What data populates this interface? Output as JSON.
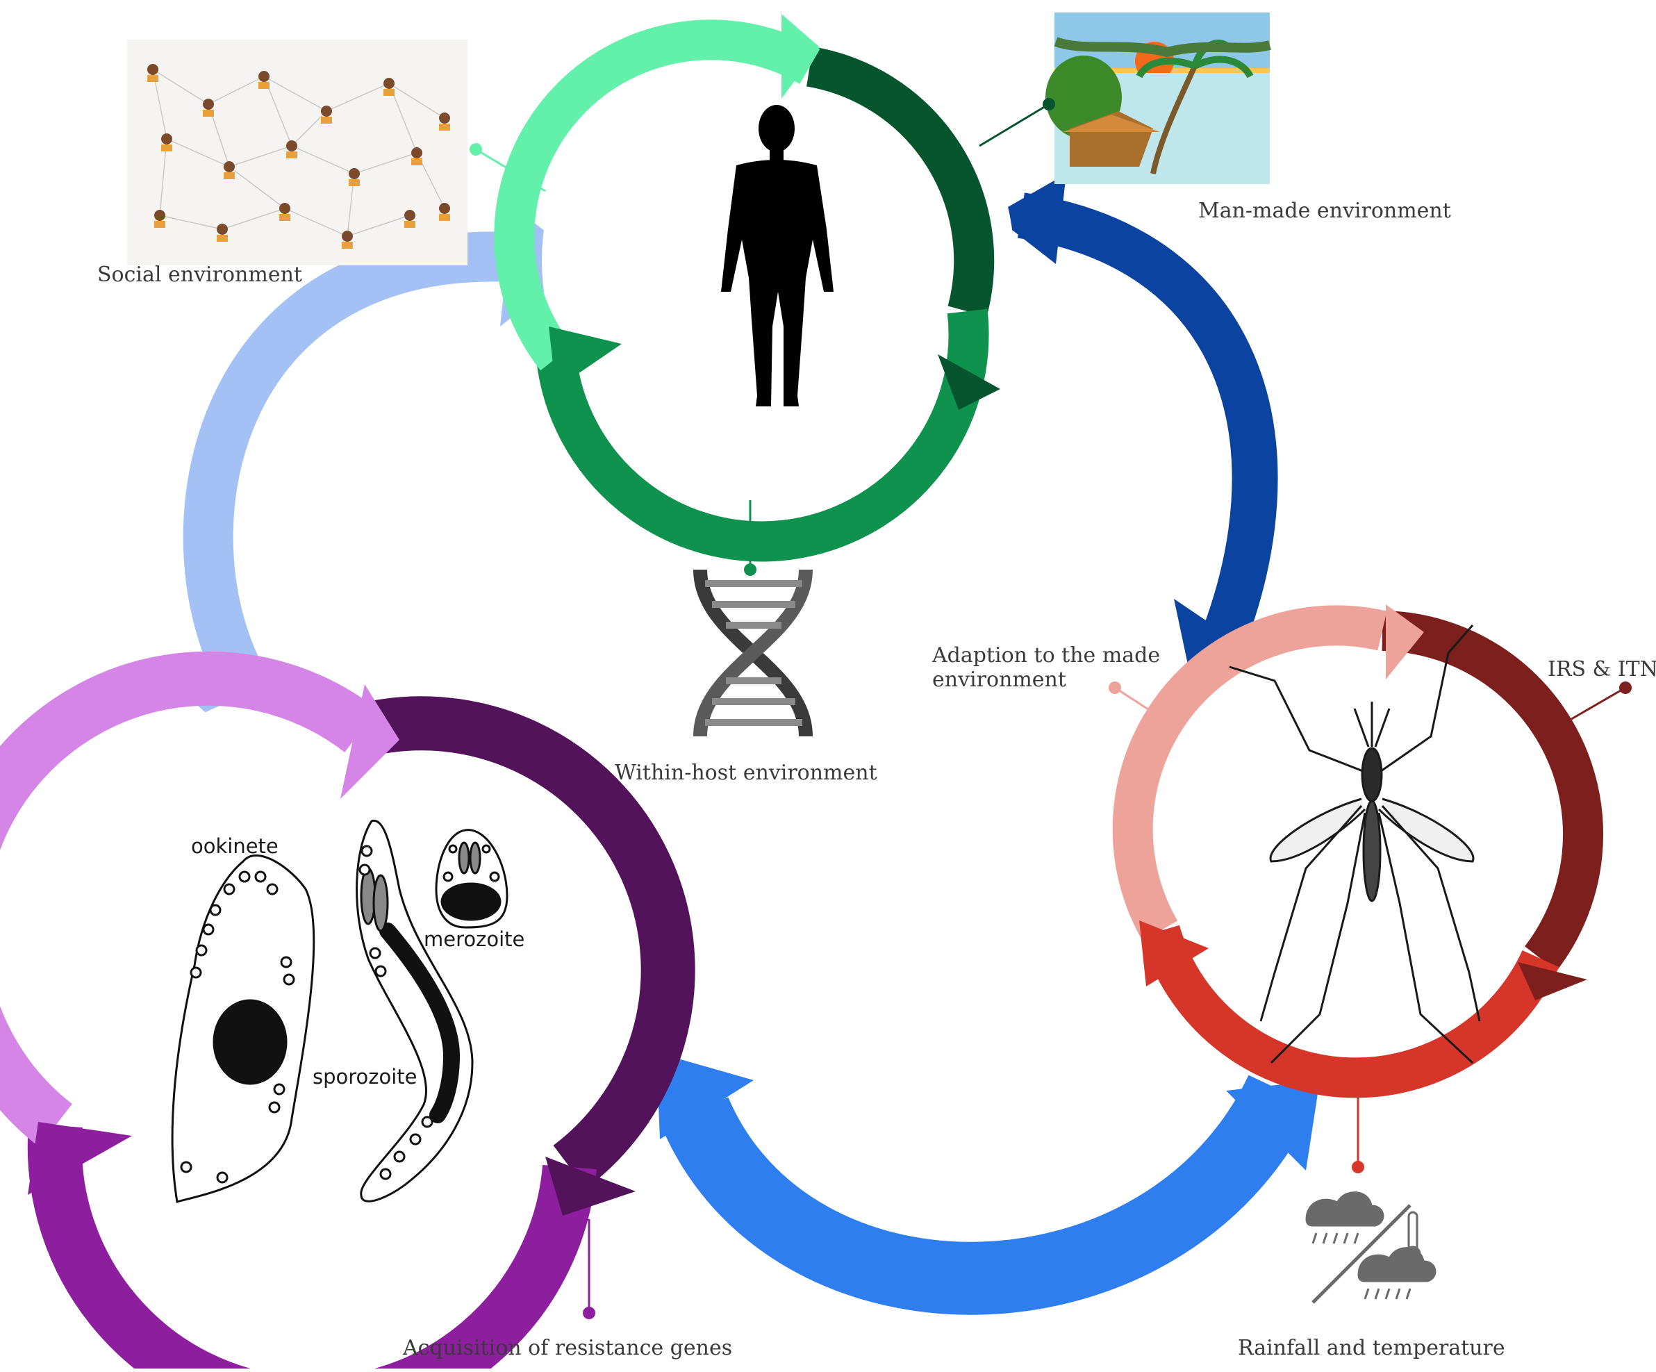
{
  "labels": {
    "social": "Social  environment",
    "man_made": "Man-made environment",
    "within_host": "Within-host environment",
    "adaption_line1": "Adaption to the made",
    "adaption_line2": "environment",
    "irs_itn": "IRS & ITN",
    "rainfall": "Rainfall and temperature",
    "resistance": "Acquisition of resistance genes"
  },
  "parasite_stages": {
    "ookinete": "ookinete",
    "sporozoite": "sporozoite",
    "merozoite": "merozoite"
  },
  "colors": {
    "human_ring": [
      "#63f0aa",
      "#06552f",
      "#0f924e"
    ],
    "mosquito_ring": [
      "#eea39a",
      "#7d1f1c",
      "#d6352a"
    ],
    "parasite_ring": [
      "#d485e6",
      "#52135b",
      "#8d1f9e"
    ],
    "link_social": "#a3c1f5",
    "link_man_made": "#0a43a0",
    "link_rainfall": "#2f7ef0"
  }
}
